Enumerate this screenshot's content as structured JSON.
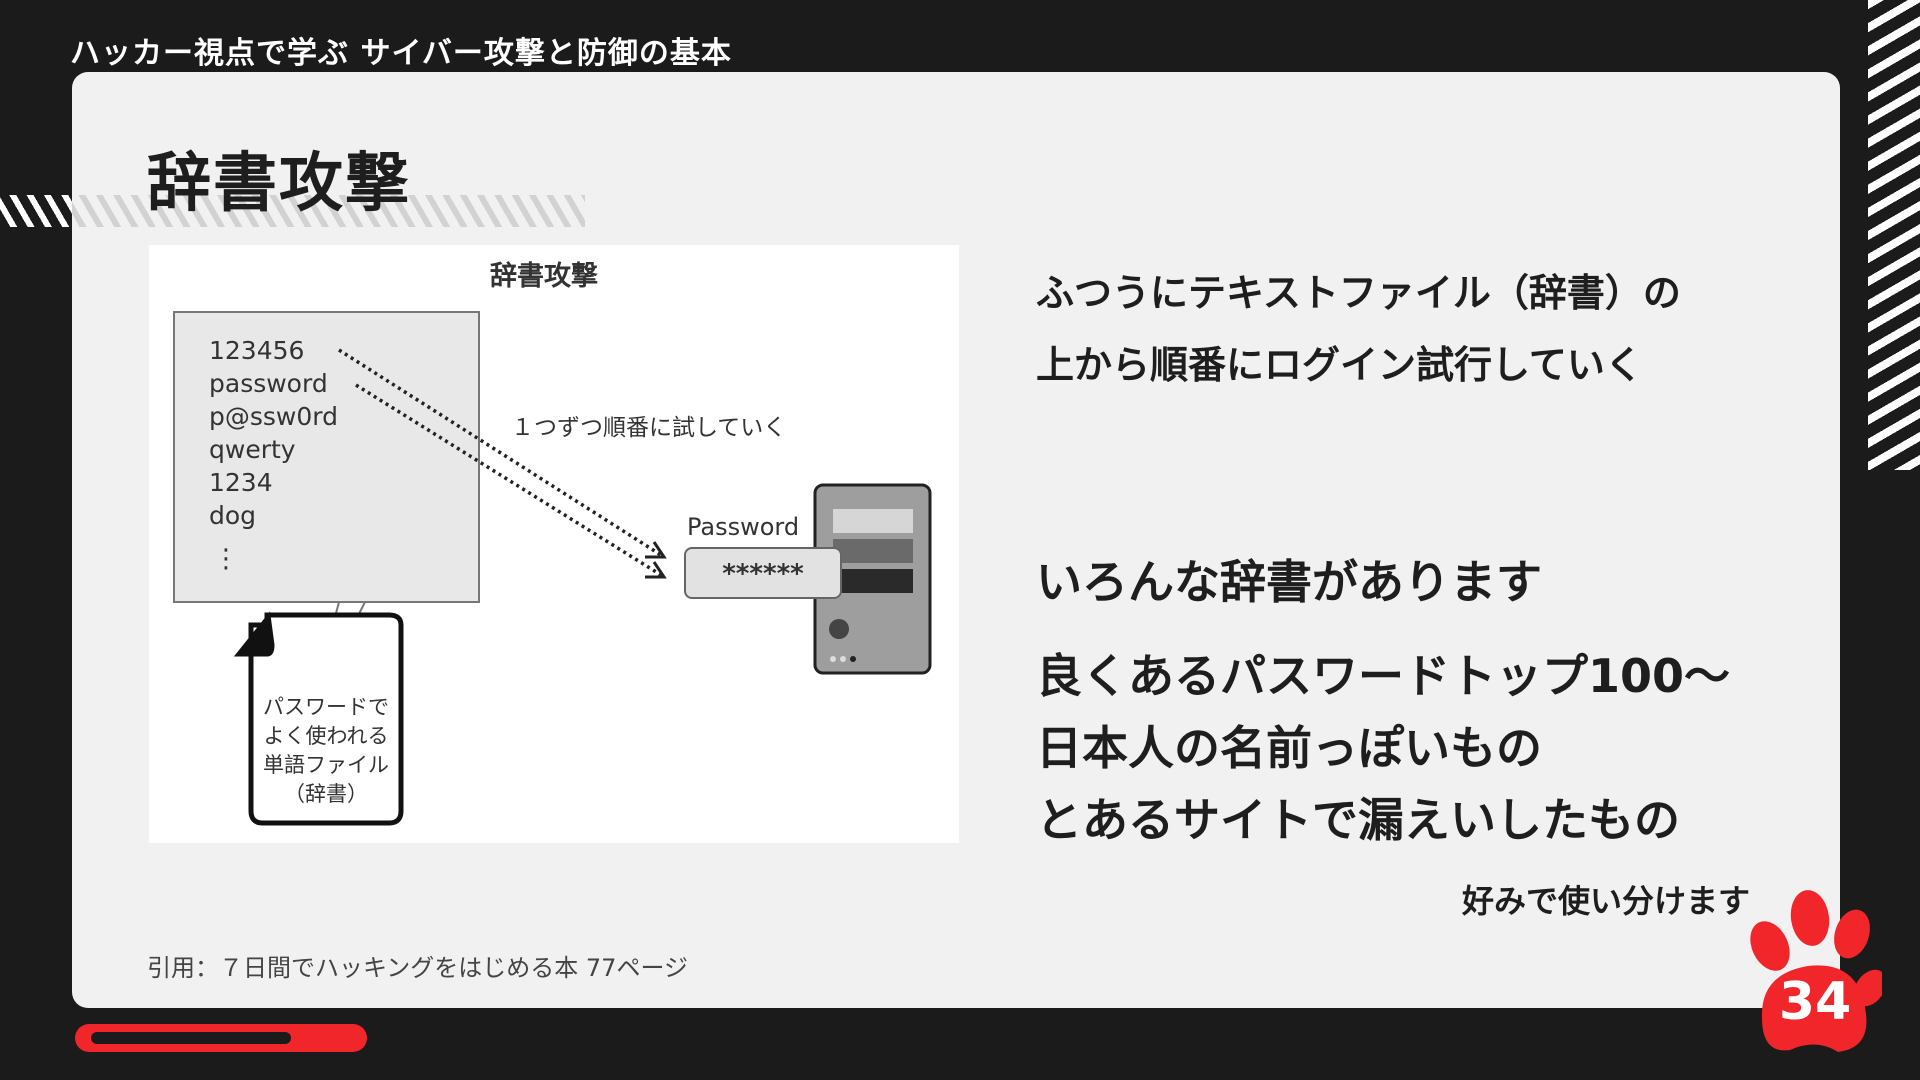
{
  "header": {
    "deck_title": "ハッカー視点で学ぶ サイバー攻撃と防御の基本"
  },
  "slide": {
    "heading": "辞書攻撃",
    "figure": {
      "title": "辞書攻撃",
      "dictionary_words": [
        "123456",
        "password",
        "p@ssw0rd",
        "qwerty",
        "1234",
        "dog"
      ],
      "ellipsis": "⋮",
      "arrow_label": "１つずつ順番に試していく",
      "password_label": "Password",
      "password_mask": "******",
      "file_caption": [
        "パスワードで",
        "よく使われる",
        "単語ファイル",
        "（辞書）"
      ]
    },
    "body_lines": [
      "ふつうにテキストファイル（辞書）の",
      "上から順番にログイン試行していく",
      "いろんな辞書があります",
      "良くあるパスワードトップ100〜",
      "日本人の名前っぽいもの",
      "とあるサイトで漏えいしたもの"
    ],
    "note": "好みで使い分けます",
    "citation": "引用：７日間でハッキングをはじめる本 77ページ"
  },
  "footer": {
    "page_number": "34"
  },
  "colors": {
    "background": "#1b1b1b",
    "card": "#f1f1f1",
    "accent": "#f0262b",
    "text": "#1e1e1e"
  },
  "icons": {
    "page_badge": "paw-icon",
    "server": "server-icon",
    "document": "document-icon"
  }
}
